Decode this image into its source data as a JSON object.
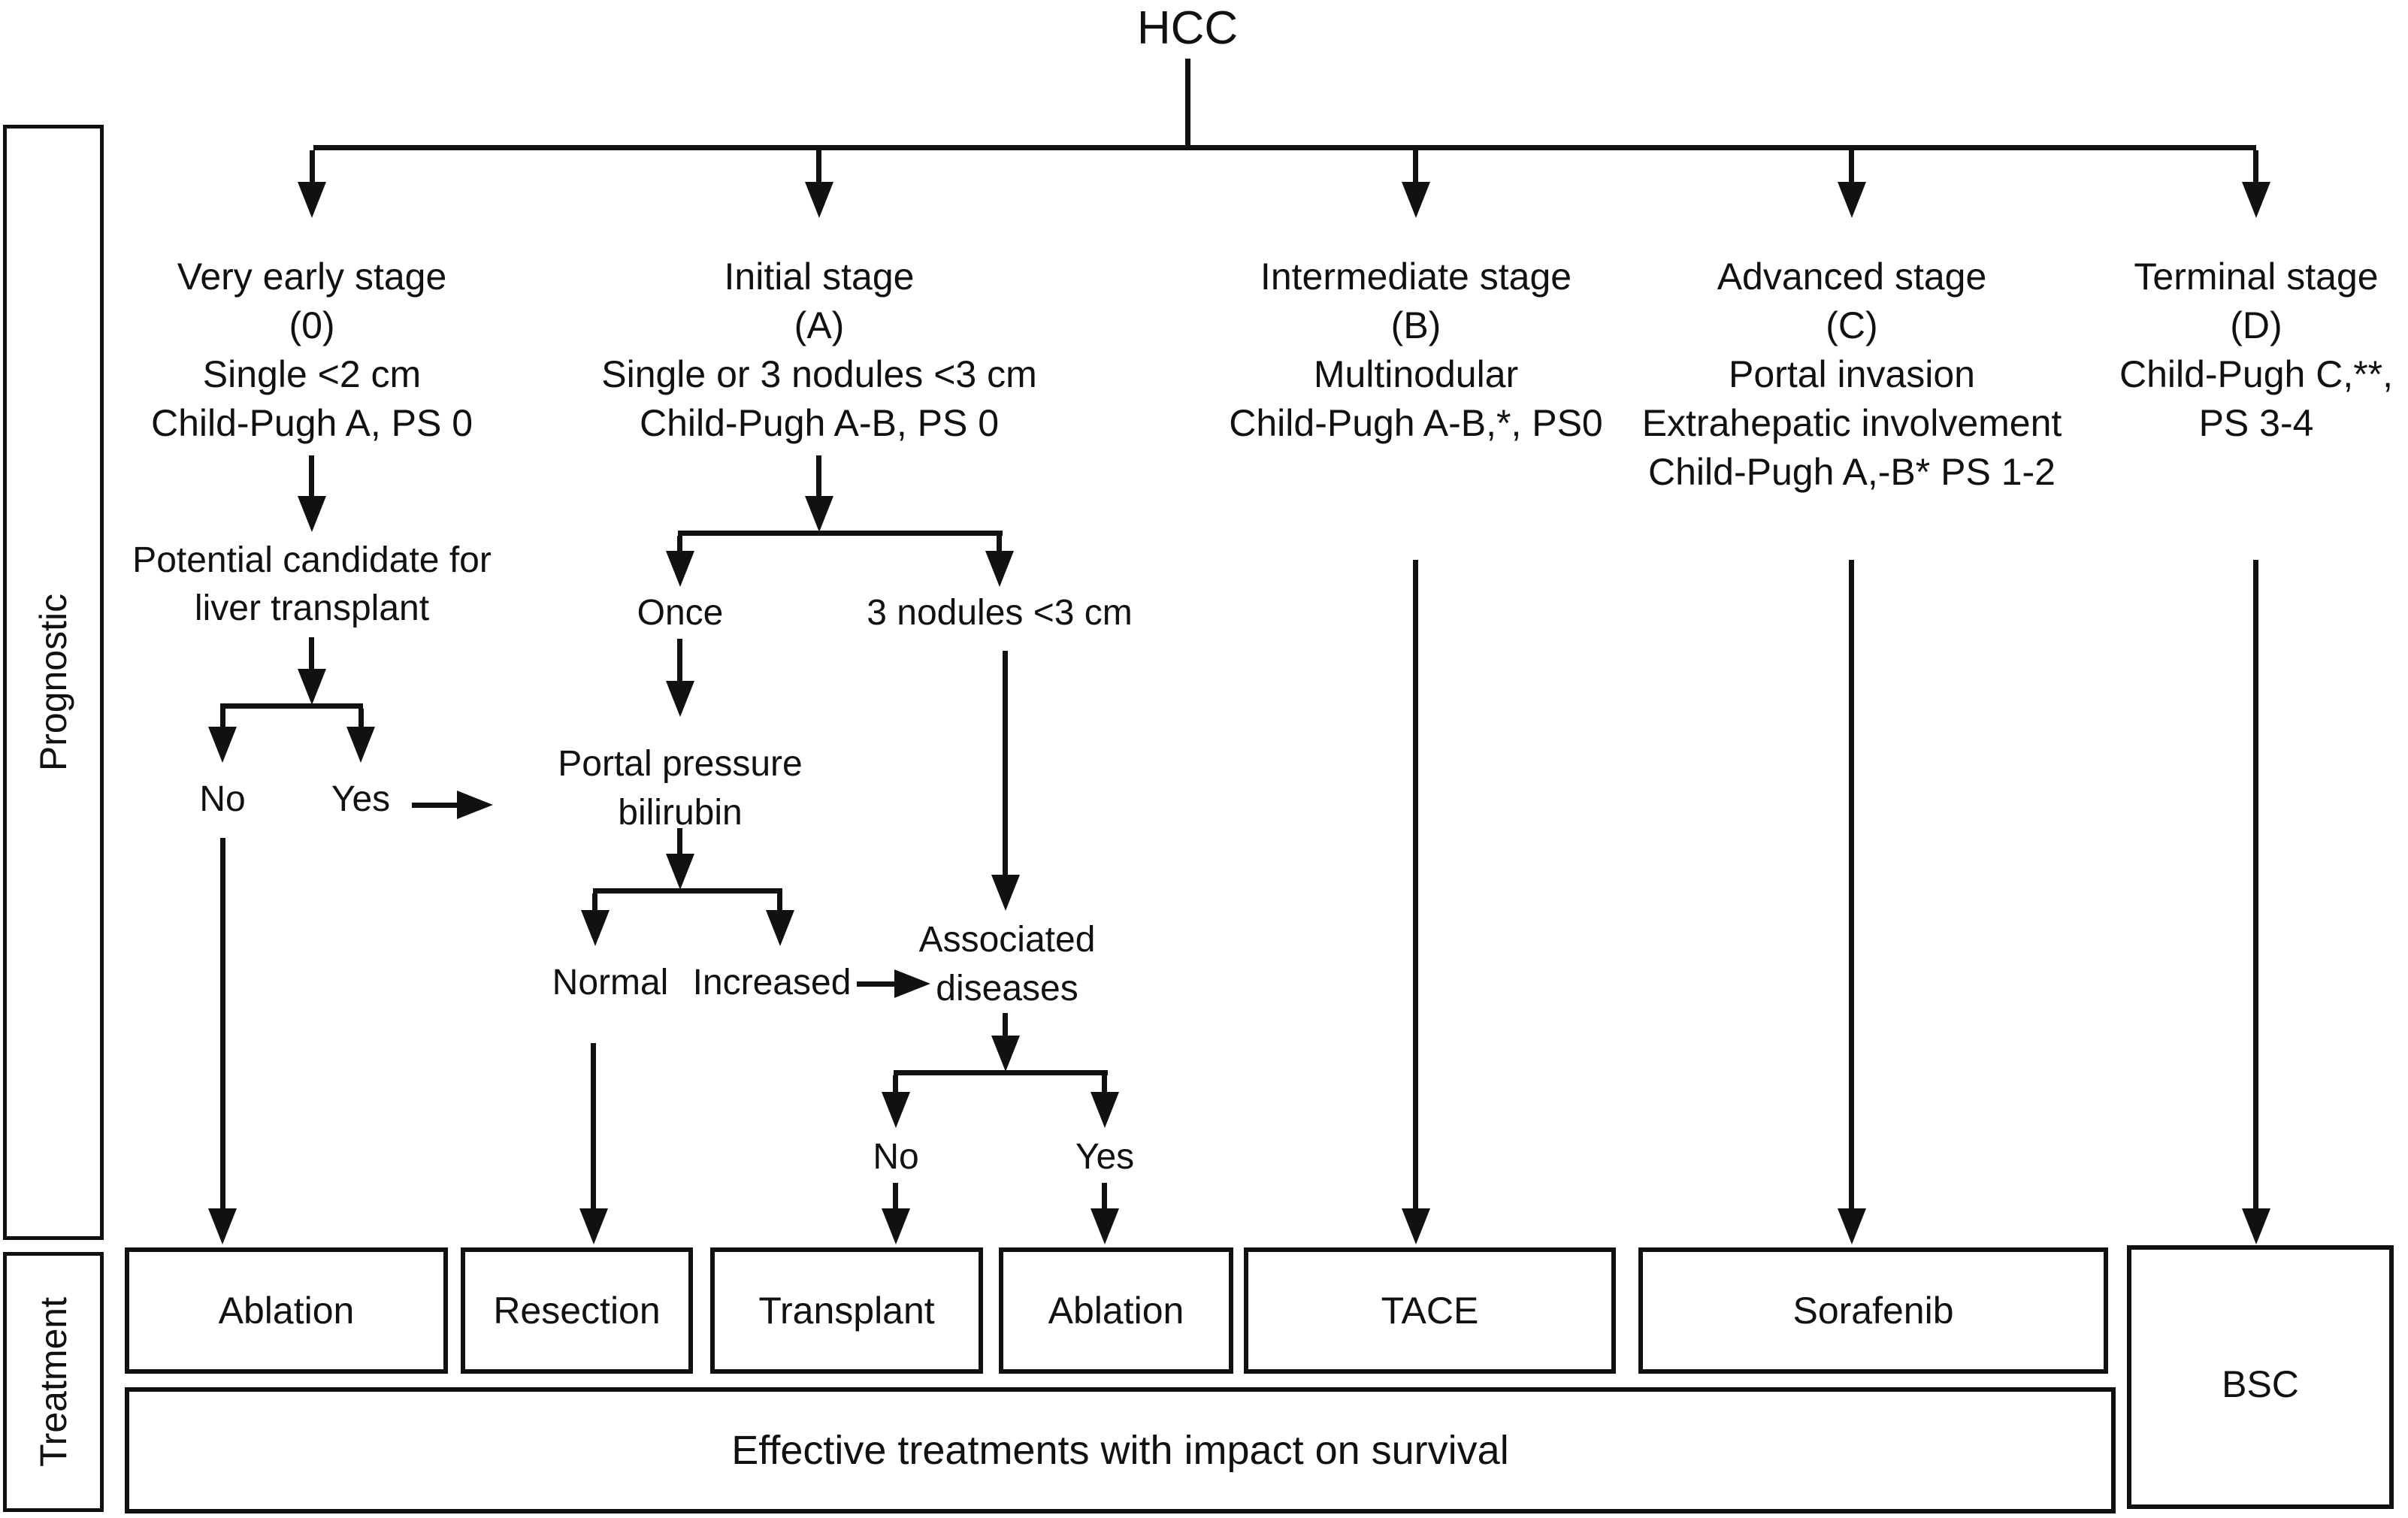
{
  "title": "HCC",
  "sidebar": {
    "prognostic": "Prognostic",
    "treatment": "Treatment"
  },
  "stages": [
    {
      "name": "Very early stage",
      "letter": "(0)",
      "criteria": [
        "Single <2 cm",
        "Child-Pugh A, PS 0"
      ]
    },
    {
      "name": "Initial stage",
      "letter": "(A)",
      "criteria": [
        "Single or 3 nodules <3 cm",
        "Child-Pugh A-B, PS 0"
      ]
    },
    {
      "name": "Intermediate stage",
      "letter": "(B)",
      "criteria": [
        "Multinodular",
        "Child-Pugh A-B,*, PS0"
      ]
    },
    {
      "name": "Advanced stage",
      "letter": "(C)",
      "criteria": [
        "Portal invasion",
        "Extrahepatic involvement",
        "Child-Pugh A,-B* PS 1-2"
      ]
    },
    {
      "name": "Terminal stage",
      "letter": "(D)",
      "criteria": [
        "Child-Pugh C,**,",
        "PS 3-4"
      ]
    }
  ],
  "flow": {
    "transplant_candidate_line1": "Potential candidate for",
    "transplant_candidate_line2": "liver transplant",
    "candidate_no": "No",
    "candidate_yes": "Yes",
    "once": "Once",
    "three_nodules": "3 nodules <3 cm",
    "portal_pressure_line1": "Portal pressure",
    "portal_pressure_line2": "bilirubin",
    "normal": "Normal",
    "increased": "Increased",
    "associated_line1": "Associated",
    "associated_line2": "diseases",
    "associated_no": "No",
    "associated_yes": "Yes"
  },
  "treatments": [
    "Ablation",
    "Resection",
    "Transplant",
    "Ablation",
    "TACE",
    "Sorafenib"
  ],
  "bsc": "BSC",
  "footer": "Effective treatments with impact on survival",
  "colors": {
    "ink": "#111111",
    "background": "#ffffff"
  }
}
